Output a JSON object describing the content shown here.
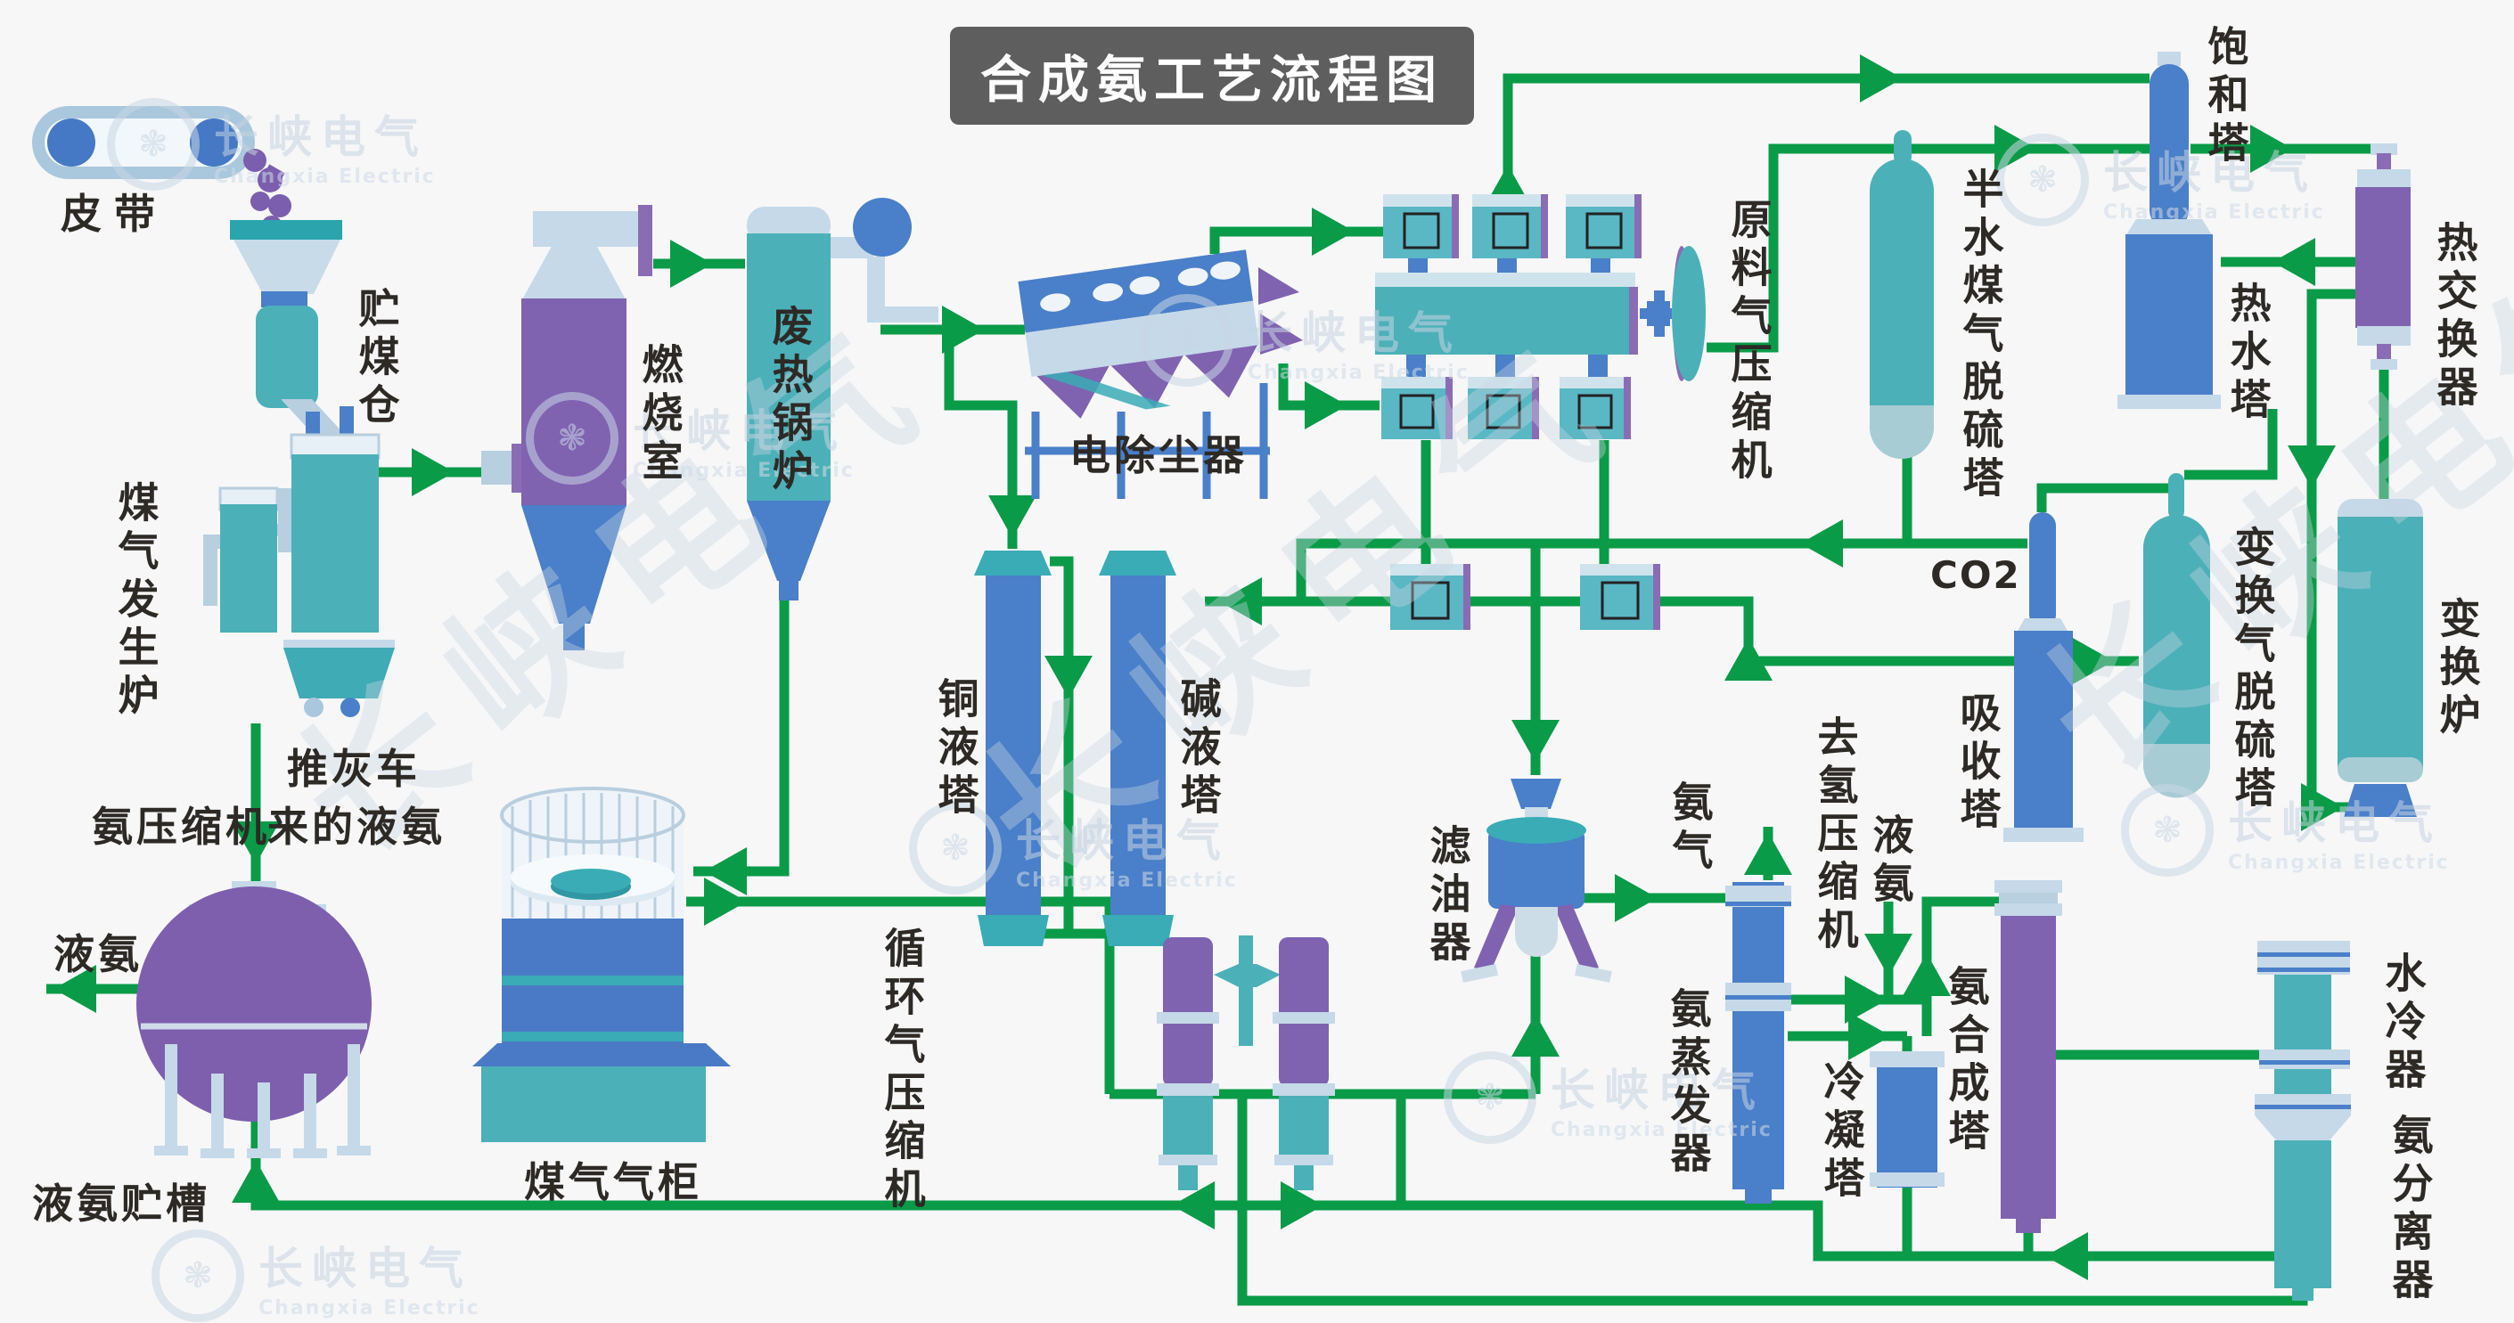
{
  "title": "合成氨工艺流程图",
  "watermark": {
    "cn": "长峡电气",
    "en": "Changxia Electric"
  },
  "colors": {
    "background": "#f7f7f8",
    "pipe_green": "#0a9b48",
    "vessel_teal": "#4cb0b8",
    "vessel_blue": "#4a7fc9",
    "vessel_purple": "#7f63b0",
    "cap_lightblue": "#c5d9e8",
    "title_bg": "#5e5e5e",
    "label_text": "#2d2a26",
    "watermark": "#c6d4e2"
  },
  "labels": {
    "belt": "皮带",
    "coal_bunker": "贮煤仓",
    "gas_generator": "煤气发生炉",
    "ash_cart": "推灰车",
    "from_compressor_line1": "氨压缩机",
    "from_compressor_line2": "来的液氨",
    "liquid_ammonia_out": "液氨",
    "liquid_ammonia_tank": "液氨贮槽",
    "combustion_chamber": "燃烧室",
    "waste_heat_boiler": "废热锅炉",
    "electric_dust_remover": "电除尘器",
    "raw_gas_compressor": "原料气压缩机",
    "semi_water_gas_desulfurization_tower": "半水煤气脱硫塔",
    "saturation_tower": "饱和塔",
    "hot_water_tower": "热水塔",
    "heat_exchanger": "热交换器",
    "shift_converter": "变换炉",
    "shift_gas_desulfurization_tower": "变换气脱硫塔",
    "co2": "CO2",
    "absorption_tower": "吸收塔",
    "copper_liquid_tower": "铜液塔",
    "alkali_liquid_tower": "碱液塔",
    "oil_filter": "滤油器",
    "ammonia_gas": "氨气",
    "to_hydrogen_compressor": "去氢压缩机",
    "liquid_ammonia_feed": "液氨",
    "ammonia_synthesis_tower": "氨合成塔",
    "condensation_tower": "冷凝塔",
    "ammonia_evaporator": "氨蒸发器",
    "water_cooler": "水冷器",
    "ammonia_separator": "氨分离器",
    "circulating_gas_compressor": "循环气压缩机",
    "gas_holder": "煤气气柜"
  }
}
